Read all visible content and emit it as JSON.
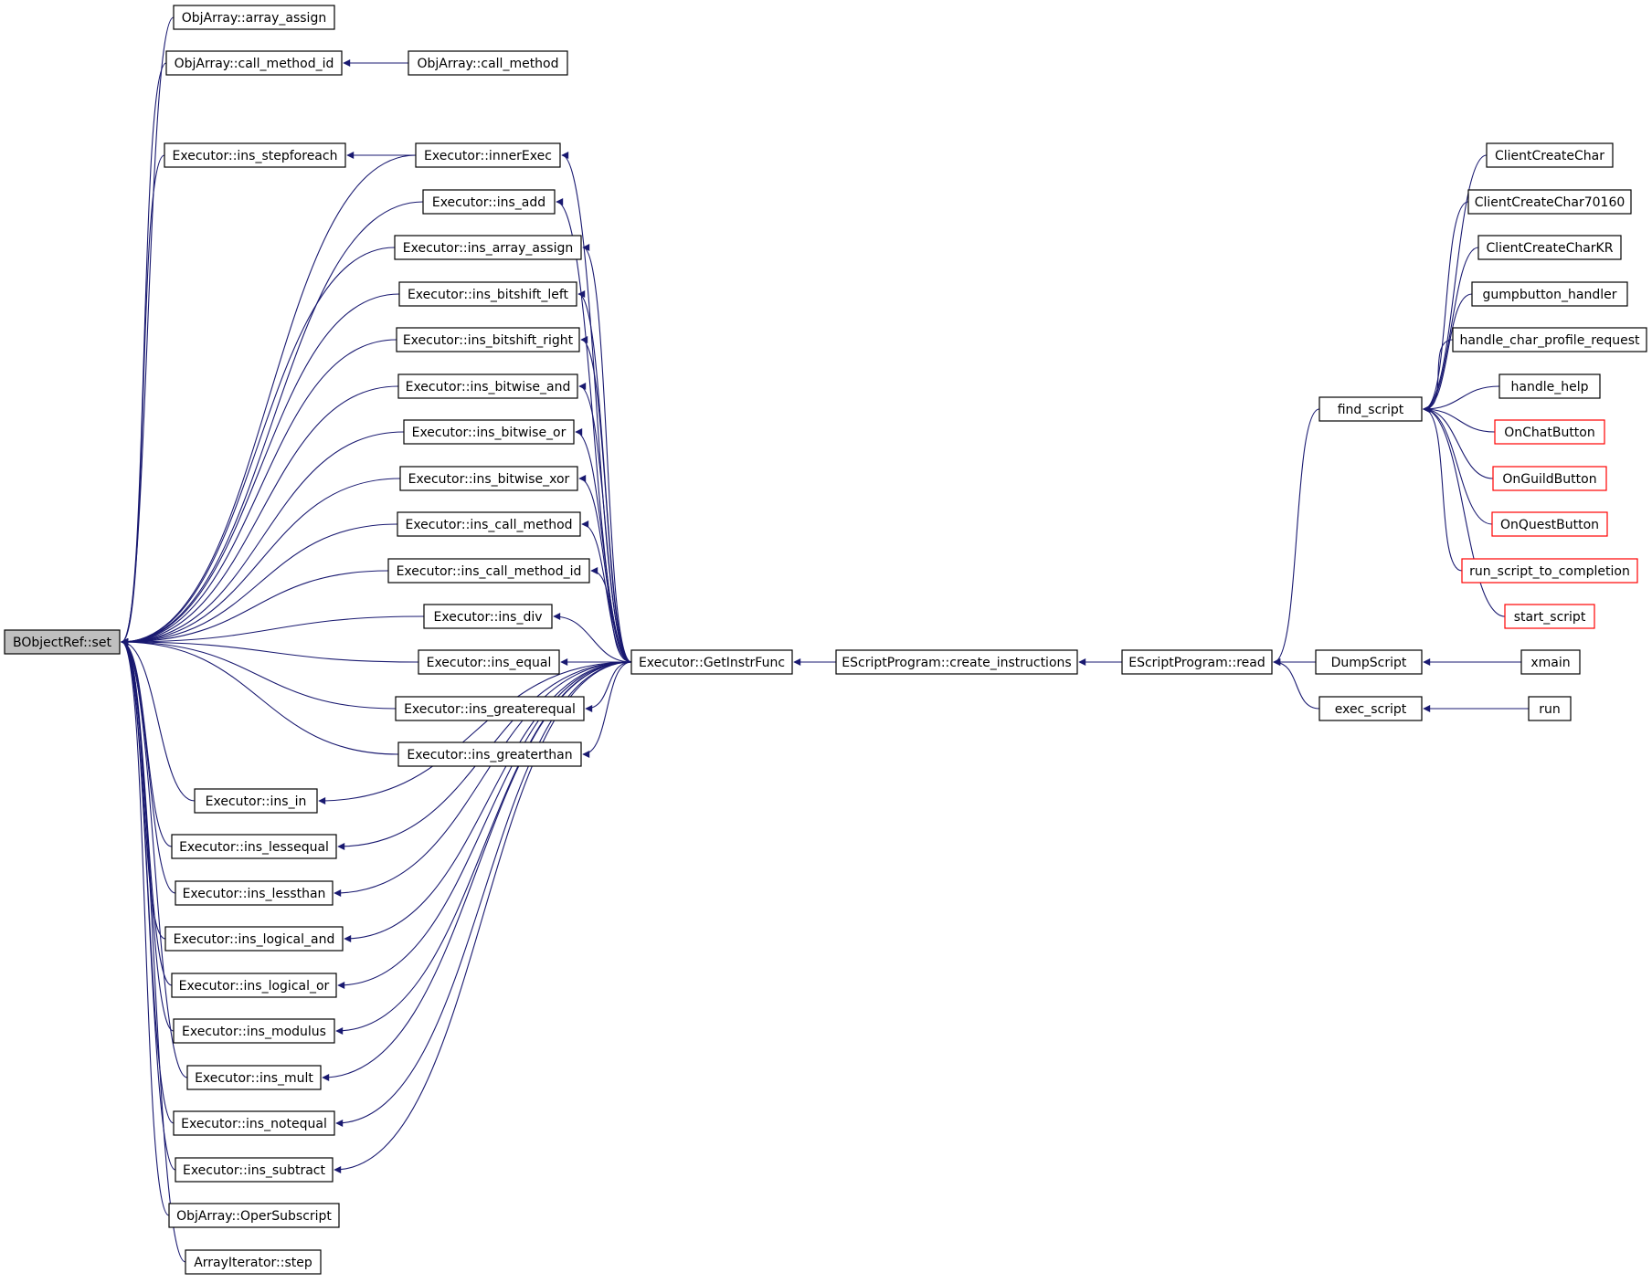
{
  "graph": {
    "nodes": [
      {
        "id": "set",
        "label": "BObjectRef::set",
        "root": true
      },
      {
        "id": "array_assign",
        "label": "ObjArray::array_assign"
      },
      {
        "id": "call_method_id",
        "label": "ObjArray::call_method_id"
      },
      {
        "id": "call_method",
        "label": "ObjArray::call_method"
      },
      {
        "id": "ins_stepforeach",
        "label": "Executor::ins_stepforeach"
      },
      {
        "id": "innerExec",
        "label": "Executor::innerExec"
      },
      {
        "id": "ins_add",
        "label": "Executor::ins_add"
      },
      {
        "id": "ins_array_assign",
        "label": "Executor::ins_array_assign"
      },
      {
        "id": "ins_bitshift_left",
        "label": "Executor::ins_bitshift_left"
      },
      {
        "id": "ins_bitshift_right",
        "label": "Executor::ins_bitshift_right"
      },
      {
        "id": "ins_bitwise_and",
        "label": "Executor::ins_bitwise_and"
      },
      {
        "id": "ins_bitwise_or",
        "label": "Executor::ins_bitwise_or"
      },
      {
        "id": "ins_bitwise_xor",
        "label": "Executor::ins_bitwise_xor"
      },
      {
        "id": "ins_call_method",
        "label": "Executor::ins_call_method"
      },
      {
        "id": "ins_call_method_id",
        "label": "Executor::ins_call_method_id"
      },
      {
        "id": "ins_div",
        "label": "Executor::ins_div"
      },
      {
        "id": "ins_equal",
        "label": "Executor::ins_equal"
      },
      {
        "id": "ins_greaterequal",
        "label": "Executor::ins_greaterequal"
      },
      {
        "id": "ins_greaterthan",
        "label": "Executor::ins_greaterthan"
      },
      {
        "id": "ins_in",
        "label": "Executor::ins_in"
      },
      {
        "id": "ins_lessequal",
        "label": "Executor::ins_lessequal"
      },
      {
        "id": "ins_lessthan",
        "label": "Executor::ins_lessthan"
      },
      {
        "id": "ins_logical_and",
        "label": "Executor::ins_logical_and"
      },
      {
        "id": "ins_logical_or",
        "label": "Executor::ins_logical_or"
      },
      {
        "id": "ins_modulus",
        "label": "Executor::ins_modulus"
      },
      {
        "id": "ins_mult",
        "label": "Executor::ins_mult"
      },
      {
        "id": "ins_notequal",
        "label": "Executor::ins_notequal"
      },
      {
        "id": "ins_subtract",
        "label": "Executor::ins_subtract"
      },
      {
        "id": "OperSubscript",
        "label": "ObjArray::OperSubscript"
      },
      {
        "id": "step",
        "label": "ArrayIterator::step"
      },
      {
        "id": "GetInstrFunc",
        "label": "Executor::GetInstrFunc"
      },
      {
        "id": "create_instructions",
        "label": "EScriptProgram::create_instructions"
      },
      {
        "id": "read",
        "label": "EScriptProgram::read"
      },
      {
        "id": "find_script",
        "label": "find_script"
      },
      {
        "id": "DumpScript",
        "label": "DumpScript"
      },
      {
        "id": "exec_script",
        "label": "exec_script"
      },
      {
        "id": "xmain",
        "label": "xmain"
      },
      {
        "id": "run",
        "label": "run"
      },
      {
        "id": "ClientCreateChar",
        "label": "ClientCreateChar"
      },
      {
        "id": "ClientCreateChar70160",
        "label": "ClientCreateChar70160"
      },
      {
        "id": "ClientCreateCharKR",
        "label": "ClientCreateCharKR"
      },
      {
        "id": "gumpbutton_handler",
        "label": "gumpbutton_handler"
      },
      {
        "id": "handle_char_profile_request",
        "label": "handle_char_profile_request"
      },
      {
        "id": "handle_help",
        "label": "handle_help"
      },
      {
        "id": "OnChatButton",
        "label": "OnChatButton",
        "highlight": "red"
      },
      {
        "id": "OnGuildButton",
        "label": "OnGuildButton",
        "highlight": "red"
      },
      {
        "id": "OnQuestButton",
        "label": "OnQuestButton",
        "highlight": "red"
      },
      {
        "id": "run_script_to_completion",
        "label": "run_script_to_completion",
        "highlight": "red"
      },
      {
        "id": "start_script",
        "label": "start_script",
        "highlight": "red"
      }
    ],
    "edges": [
      [
        "array_assign",
        "set"
      ],
      [
        "call_method_id",
        "set"
      ],
      [
        "call_method",
        "call_method_id"
      ],
      [
        "ins_stepforeach",
        "set"
      ],
      [
        "innerExec",
        "ins_stepforeach"
      ],
      [
        "innerExec",
        "set"
      ],
      [
        "ins_add",
        "set"
      ],
      [
        "ins_array_assign",
        "set"
      ],
      [
        "ins_bitshift_left",
        "set"
      ],
      [
        "ins_bitshift_right",
        "set"
      ],
      [
        "ins_bitwise_and",
        "set"
      ],
      [
        "ins_bitwise_or",
        "set"
      ],
      [
        "ins_bitwise_xor",
        "set"
      ],
      [
        "ins_call_method",
        "set"
      ],
      [
        "ins_call_method_id",
        "set"
      ],
      [
        "ins_div",
        "set"
      ],
      [
        "ins_equal",
        "set"
      ],
      [
        "ins_greaterequal",
        "set"
      ],
      [
        "ins_greaterthan",
        "set"
      ],
      [
        "ins_in",
        "set"
      ],
      [
        "ins_lessequal",
        "set"
      ],
      [
        "ins_lessthan",
        "set"
      ],
      [
        "ins_logical_and",
        "set"
      ],
      [
        "ins_logical_or",
        "set"
      ],
      [
        "ins_modulus",
        "set"
      ],
      [
        "ins_mult",
        "set"
      ],
      [
        "ins_notequal",
        "set"
      ],
      [
        "ins_subtract",
        "set"
      ],
      [
        "OperSubscript",
        "set"
      ],
      [
        "step",
        "set"
      ],
      [
        "GetInstrFunc",
        "innerExec"
      ],
      [
        "GetInstrFunc",
        "ins_add"
      ],
      [
        "GetInstrFunc",
        "ins_array_assign"
      ],
      [
        "GetInstrFunc",
        "ins_bitshift_left"
      ],
      [
        "GetInstrFunc",
        "ins_bitshift_right"
      ],
      [
        "GetInstrFunc",
        "ins_bitwise_and"
      ],
      [
        "GetInstrFunc",
        "ins_bitwise_or"
      ],
      [
        "GetInstrFunc",
        "ins_bitwise_xor"
      ],
      [
        "GetInstrFunc",
        "ins_call_method"
      ],
      [
        "GetInstrFunc",
        "ins_call_method_id"
      ],
      [
        "GetInstrFunc",
        "ins_div"
      ],
      [
        "GetInstrFunc",
        "ins_equal"
      ],
      [
        "GetInstrFunc",
        "ins_greaterequal"
      ],
      [
        "GetInstrFunc",
        "ins_greaterthan"
      ],
      [
        "GetInstrFunc",
        "ins_in"
      ],
      [
        "GetInstrFunc",
        "ins_lessequal"
      ],
      [
        "GetInstrFunc",
        "ins_lessthan"
      ],
      [
        "GetInstrFunc",
        "ins_logical_and"
      ],
      [
        "GetInstrFunc",
        "ins_logical_or"
      ],
      [
        "GetInstrFunc",
        "ins_modulus"
      ],
      [
        "GetInstrFunc",
        "ins_mult"
      ],
      [
        "GetInstrFunc",
        "ins_notequal"
      ],
      [
        "GetInstrFunc",
        "ins_subtract"
      ],
      [
        "create_instructions",
        "GetInstrFunc"
      ],
      [
        "read",
        "create_instructions"
      ],
      [
        "find_script",
        "read"
      ],
      [
        "DumpScript",
        "read"
      ],
      [
        "exec_script",
        "read"
      ],
      [
        "xmain",
        "DumpScript"
      ],
      [
        "run",
        "exec_script"
      ],
      [
        "ClientCreateChar",
        "find_script"
      ],
      [
        "ClientCreateChar70160",
        "find_script"
      ],
      [
        "ClientCreateCharKR",
        "find_script"
      ],
      [
        "gumpbutton_handler",
        "find_script"
      ],
      [
        "handle_char_profile_request",
        "find_script"
      ],
      [
        "handle_help",
        "find_script"
      ],
      [
        "OnChatButton",
        "find_script"
      ],
      [
        "OnGuildButton",
        "find_script"
      ],
      [
        "OnQuestButton",
        "find_script"
      ],
      [
        "run_script_to_completion",
        "find_script"
      ],
      [
        "start_script",
        "find_script"
      ]
    ]
  }
}
